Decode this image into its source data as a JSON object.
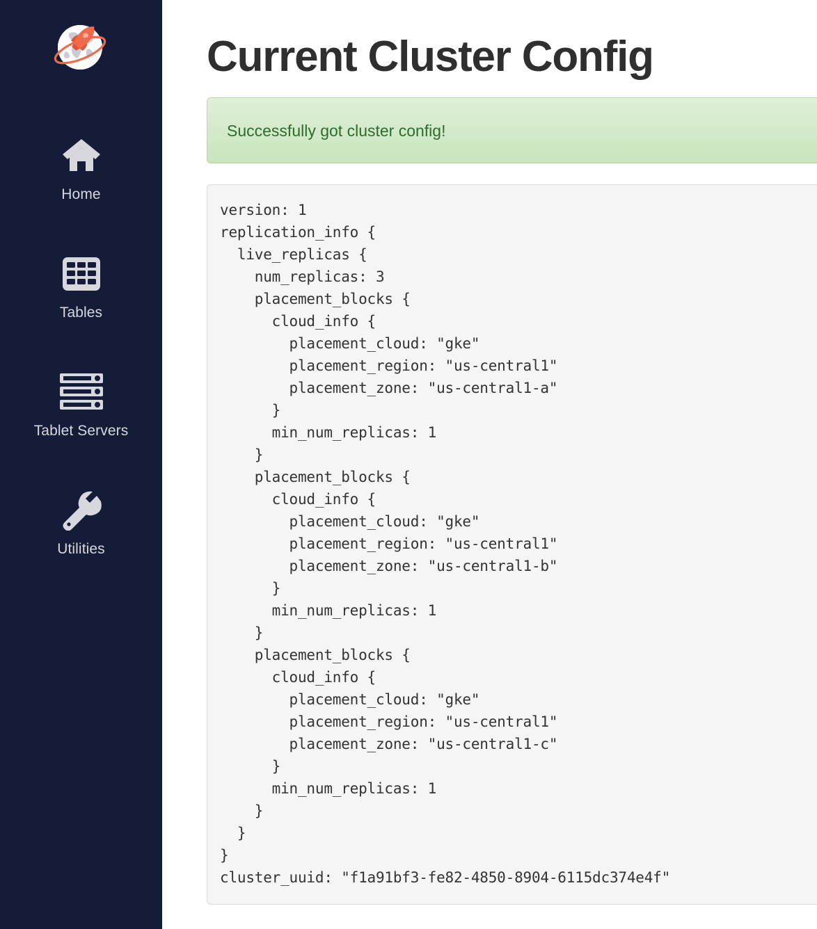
{
  "sidebar": {
    "logo": {
      "icon": "globe-rocket-logo",
      "alt": "YugabyteDB logo"
    },
    "items": [
      {
        "label": "Home",
        "icon": "home-icon"
      },
      {
        "label": "Tables",
        "icon": "table-grid-icon"
      },
      {
        "label": "Tablet Servers",
        "icon": "server-rack-icon"
      },
      {
        "label": "Utilities",
        "icon": "wrench-icon"
      }
    ]
  },
  "main": {
    "title": "Current Cluster Config",
    "alert": {
      "message": "Successfully got cluster config!",
      "type": "success",
      "bg_color": "#dff0d8",
      "border_color": "#b2dba1",
      "text_color": "#2d6b2f"
    },
    "config_text": "version: 1\nreplication_info {\n  live_replicas {\n    num_replicas: 3\n    placement_blocks {\n      cloud_info {\n        placement_cloud: \"gke\"\n        placement_region: \"us-central1\"\n        placement_zone: \"us-central1-a\"\n      }\n      min_num_replicas: 1\n    }\n    placement_blocks {\n      cloud_info {\n        placement_cloud: \"gke\"\n        placement_region: \"us-central1\"\n        placement_zone: \"us-central1-b\"\n      }\n      min_num_replicas: 1\n    }\n    placement_blocks {\n      cloud_info {\n        placement_cloud: \"gke\"\n        placement_region: \"us-central1\"\n        placement_zone: \"us-central1-c\"\n      }\n      min_num_replicas: 1\n    }\n  }\n}\ncluster_uuid: \"f1a91bf3-fe82-4850-8904-6115dc374e4f\"",
    "config_values": {
      "version": 1,
      "num_replicas": 3,
      "placement_cloud": "gke",
      "placement_region": "us-central1",
      "placement_zones": [
        "us-central1-a",
        "us-central1-b",
        "us-central1-c"
      ],
      "min_num_replicas": 1,
      "cluster_uuid": "f1a91bf3-fe82-4850-8904-6115dc374e4f"
    }
  },
  "theme": {
    "sidebar_bg": "#151c38",
    "sidebar_text": "#d6d8de",
    "title_color": "#2f2f2f",
    "code_bg": "#f5f5f5",
    "accent_orange": "#ef6a4b"
  }
}
